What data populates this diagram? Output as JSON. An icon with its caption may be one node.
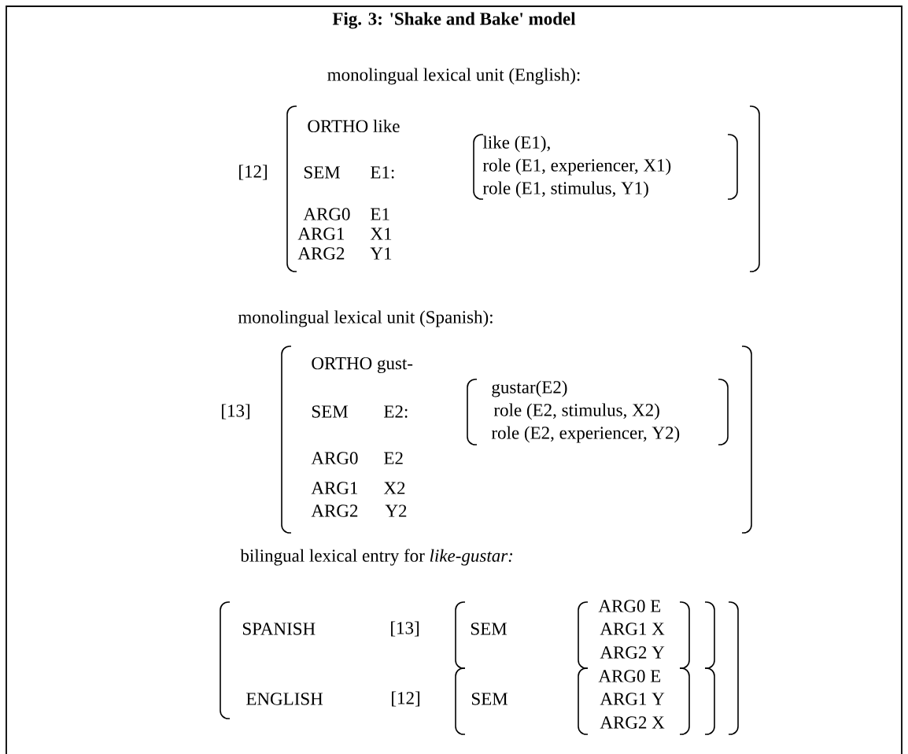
{
  "diagram": {
    "title": "Fig. 3: 'Shake and Bake' model",
    "labels": [
      "monolingual lexical unit (English):",
      "ORTHO like",
      "like (E1),",
      "[12]",
      "SEM",
      "E1:",
      "role (E1, experiencer, X1)",
      "role (E1, stimulus, Y1)",
      "ARG0",
      "E1",
      "ARG1",
      "X1",
      "ARG2",
      "Y1",
      "monolingual lexical unit (Spanish):",
      "ORTHO gust-",
      "gustar(E2)",
      "[13]",
      "SEM",
      "E2:",
      "role (E2, stimulus, X2)",
      "role (E2, experiencer, Y2)",
      "ARG0",
      "E2",
      "ARG1",
      "X2",
      "ARG2",
      "Y2",
      "bilingual lexical entry for *like-gustar:*",
      "ARG0 E",
      "SPANISH",
      "[13]",
      "SEM",
      "ARG1 X",
      "ARG2 Y",
      "ARG0 E",
      "ENGLISH",
      "[12]",
      "SEM",
      "ARG1 Y",
      "ARG2 X"
    ]
  }
}
